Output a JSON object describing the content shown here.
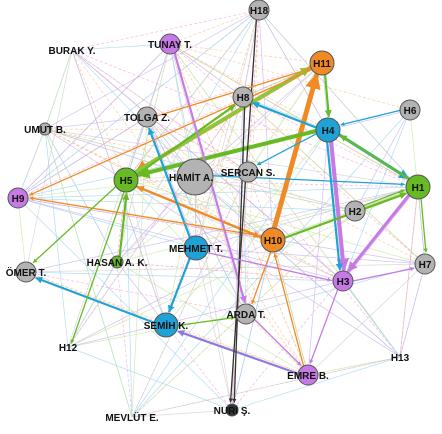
{
  "nodes": [
    {
      "id": "H18",
      "label": "H18",
      "color": "#b3b3b3",
      "size": "small"
    },
    {
      "id": "H11",
      "label": "H11",
      "color": "#f08a24",
      "size": "medium"
    },
    {
      "id": "TUNAY",
      "label": "TUNAY T.",
      "color": "#c77ae6",
      "size": "small"
    },
    {
      "id": "BURAK",
      "label": "BURAK Y.",
      "color": "",
      "size": "none"
    },
    {
      "id": "H8",
      "label": "H8",
      "color": "#b3b3b3",
      "size": "small"
    },
    {
      "id": "H6",
      "label": "H6",
      "color": "#b3b3b3",
      "size": "small"
    },
    {
      "id": "UMUT",
      "label": "UMUT B.",
      "color": "#b3b3b3",
      "size": "tiny"
    },
    {
      "id": "TOLGA",
      "label": "TOLGA Z.",
      "color": "#b3b3b3",
      "size": "small"
    },
    {
      "id": "H4",
      "label": "H4",
      "color": "#1fa3d6",
      "size": "medium"
    },
    {
      "id": "SERCAN",
      "label": "SERCAN S.",
      "color": "#b3b3b3",
      "size": "small"
    },
    {
      "id": "H5",
      "label": "H5",
      "color": "#66bb22",
      "size": "medium"
    },
    {
      "id": "HAMIT",
      "label": "HAMİT A.",
      "color": "#b3b3b3",
      "size": "large"
    },
    {
      "id": "H1",
      "label": "H1",
      "color": "#66bb22",
      "size": "medium"
    },
    {
      "id": "H9",
      "label": "H9",
      "color": "#c77ae6",
      "size": "small"
    },
    {
      "id": "H2",
      "label": "H2",
      "color": "#b3b3b3",
      "size": "small"
    },
    {
      "id": "H10",
      "label": "H10",
      "color": "#f08a24",
      "size": "medium"
    },
    {
      "id": "MEHMET",
      "label": "MEHMET T.",
      "color": "#1fa3d6",
      "size": "medium"
    },
    {
      "id": "HASAN",
      "label": "HASAN A. K.",
      "color": "#66bb22",
      "size": "tiny"
    },
    {
      "id": "H7",
      "label": "H7",
      "color": "#b3b3b3",
      "size": "small"
    },
    {
      "id": "OMER",
      "label": "ÖMER T.",
      "color": "#b3b3b3",
      "size": "small"
    },
    {
      "id": "H3",
      "label": "H3",
      "color": "#c77ae6",
      "size": "small"
    },
    {
      "id": "ARDA",
      "label": "ARDA T.",
      "color": "#b3b3b3",
      "size": "small"
    },
    {
      "id": "SEMIH",
      "label": "SEMİH K.",
      "color": "#1fa3d6",
      "size": "medium"
    },
    {
      "id": "H12",
      "label": "H12",
      "color": "",
      "size": "none"
    },
    {
      "id": "H13",
      "label": "H13",
      "color": "",
      "size": "none"
    },
    {
      "id": "EMRE",
      "label": "EMRE B.",
      "color": "#c77ae6",
      "size": "small"
    },
    {
      "id": "MEVLUT",
      "label": "MEVLÜT E.",
      "color": "",
      "size": "none"
    },
    {
      "id": "NURI",
      "label": "NURİ Ş.",
      "color": "#333333",
      "size": "tiny"
    }
  ],
  "edges": [
    {
      "from": "H10",
      "to": "H11",
      "color": "#f08a24",
      "weight": 5
    },
    {
      "from": "H11",
      "to": "H5",
      "color": "#f08a24",
      "weight": 4
    },
    {
      "from": "H5",
      "to": "H11",
      "color": "#7fcf3a",
      "weight": 3
    },
    {
      "from": "H4",
      "to": "H5",
      "color": "#66bb22",
      "weight": 4
    },
    {
      "from": "H4",
      "to": "H3",
      "color": "#c77ae6",
      "weight": 4
    },
    {
      "from": "H1",
      "to": "H3",
      "color": "#c77ae6",
      "weight": 3
    },
    {
      "from": "H4",
      "to": "H1",
      "color": "#1fa3d6",
      "weight": 3
    },
    {
      "from": "H5",
      "to": "H10",
      "color": "#f08a24",
      "weight": 2
    },
    {
      "from": "H10",
      "to": "H5",
      "color": "#f08a24",
      "weight": 2
    },
    {
      "from": "MEHMET",
      "to": "SEMIH",
      "color": "#1fa3d6",
      "weight": 2
    },
    {
      "from": "MEHMET",
      "to": "TOLGA",
      "color": "#1fa3d6",
      "weight": 2
    },
    {
      "from": "H4",
      "to": "H3",
      "color": "#1fa3d6",
      "weight": 2
    },
    {
      "from": "EMRE",
      "to": "SEMIH",
      "color": "#8a7ae6",
      "weight": 2
    },
    {
      "from": "H10",
      "to": "H1",
      "color": "#66bb22",
      "weight": 2
    },
    {
      "from": "H4",
      "to": "H8",
      "color": "#1fa3d6",
      "weight": 2
    },
    {
      "from": "H1",
      "to": "H4",
      "color": "#66bb22",
      "weight": 2
    },
    {
      "from": "H11",
      "to": "H4",
      "color": "#66bb22",
      "weight": 2
    },
    {
      "from": "H5",
      "to": "H8",
      "color": "#66bb22",
      "weight": 2
    },
    {
      "from": "SEMIH",
      "to": "OMER",
      "color": "#1fa3d6",
      "weight": 2
    },
    {
      "from": "HASAN",
      "to": "H5",
      "color": "#66bb22",
      "weight": 2
    },
    {
      "from": "TUNAY",
      "to": "ARDA",
      "color": "#c77ae6",
      "weight": 2
    },
    {
      "from": "H3",
      "to": "EMRE",
      "color": "#c77ae6",
      "weight": 1
    },
    {
      "from": "ARDA",
      "to": "EMRE",
      "color": "#c77ae6",
      "weight": 1
    },
    {
      "from": "H10",
      "to": "H9",
      "color": "#f08a24",
      "weight": 1
    },
    {
      "from": "H11",
      "to": "H9",
      "color": "#f08a24",
      "weight": 1
    },
    {
      "from": "H18",
      "to": "NURI",
      "color": "#333333",
      "weight": 1
    },
    {
      "from": "H8",
      "to": "NURI",
      "color": "#333333",
      "weight": 1
    },
    {
      "from": "H4",
      "to": "SERCAN",
      "color": "#1fa3d6",
      "weight": 1
    },
    {
      "from": "H10",
      "to": "ARDA",
      "color": "#f08a24",
      "weight": 1
    },
    {
      "from": "MEHMET",
      "to": "H3",
      "color": "#c77ae6",
      "weight": 1
    },
    {
      "from": "H1",
      "to": "H7",
      "color": "#66bb22",
      "weight": 1
    },
    {
      "from": "H6",
      "to": "H4",
      "color": "#1fa3d6",
      "weight": 1
    },
    {
      "from": "HAMIT",
      "to": "H1",
      "color": "#1fa3d6",
      "weight": 1
    },
    {
      "from": "H5",
      "to": "OMER",
      "color": "#66bb22",
      "weight": 1
    },
    {
      "from": "H5",
      "to": "H12",
      "color": "#66bb22",
      "weight": 1
    },
    {
      "from": "SEMIH",
      "to": "ARDA",
      "color": "#66bb22",
      "weight": 1
    },
    {
      "from": "H2",
      "to": "H1",
      "color": "#66bb22",
      "weight": 1
    },
    {
      "from": "H3",
      "to": "H7",
      "color": "#c77ae6",
      "weight": 1
    },
    {
      "from": "EMRE",
      "to": "H10",
      "color": "#f08a24",
      "weight": 1
    },
    {
      "from": "TOLGA",
      "to": "H11",
      "color": "#f08a24",
      "weight": 1
    }
  ],
  "background_edge_colors": [
    "#f4a6d6",
    "#9ed4f2",
    "#c6e6a3",
    "#f7c48c",
    "#c9b0ef",
    "#d0d0d0"
  ]
}
